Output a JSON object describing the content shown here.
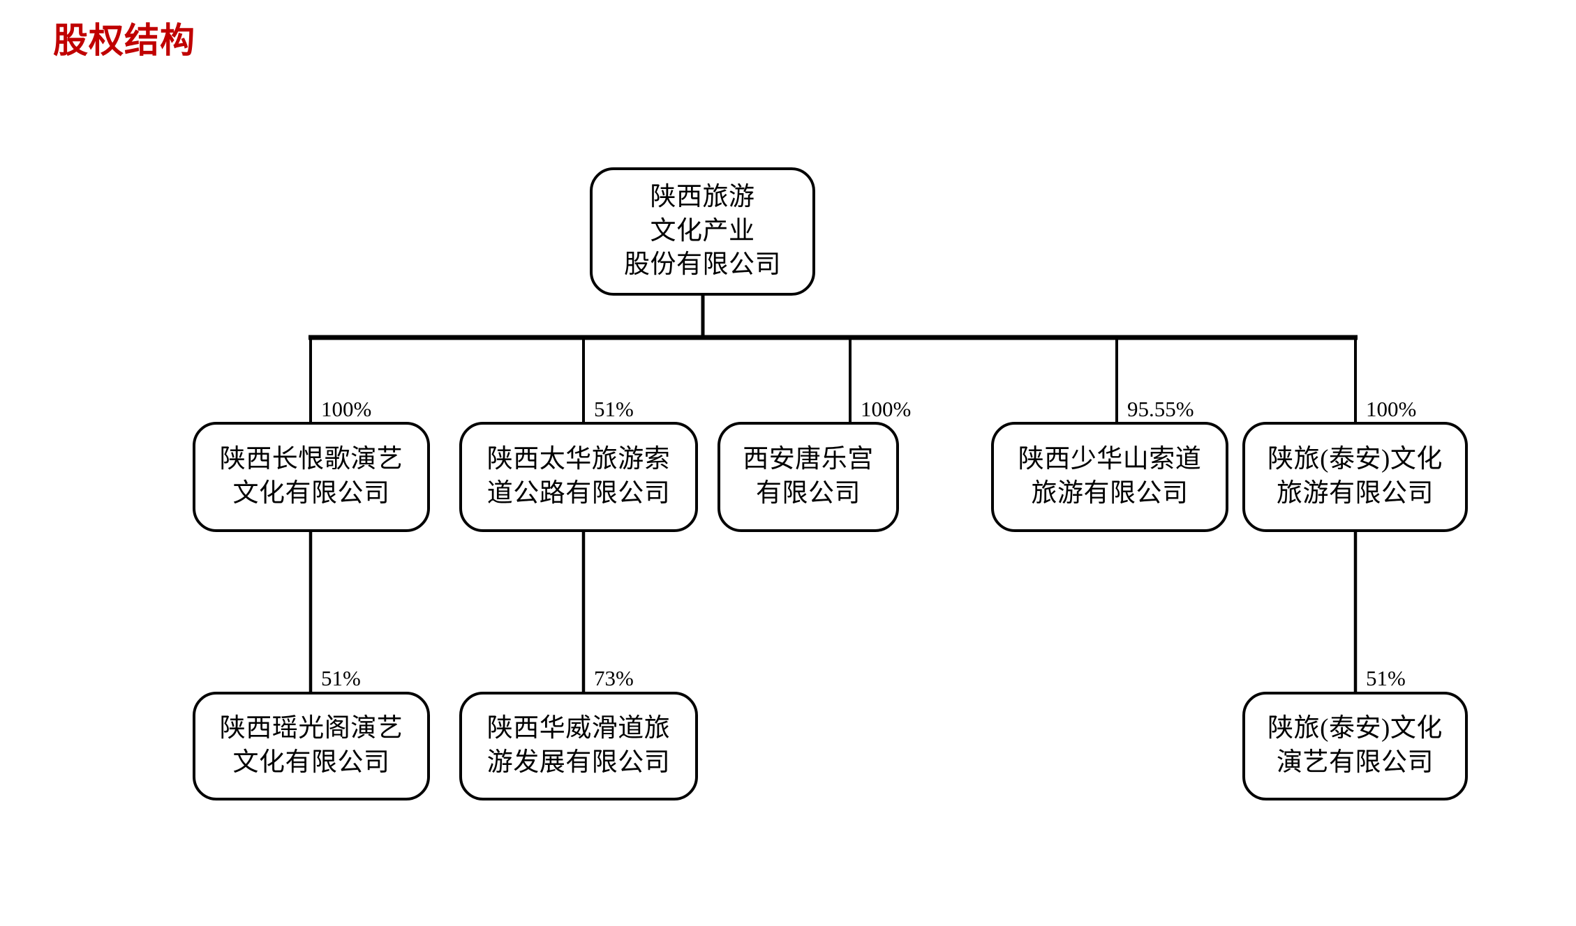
{
  "title": "股权结构",
  "title_color": "#c00000",
  "chart_data": {
    "type": "diagram",
    "diagram_kind": "org-chart",
    "title": "股权结构",
    "root": {
      "id": "root",
      "lines": [
        "陕西旅游",
        "文化产业",
        "股份有限公司"
      ]
    },
    "level2": [
      {
        "id": "n1",
        "lines": [
          "陕西长恨歌演艺",
          "文化有限公司"
        ],
        "percent": "100%"
      },
      {
        "id": "n2",
        "lines": [
          "陕西太华旅游索",
          "道公路有限公司"
        ],
        "percent": "51%"
      },
      {
        "id": "n3",
        "lines": [
          "西安唐乐宫",
          "有限公司"
        ],
        "percent": "100%"
      },
      {
        "id": "n4",
        "lines": [
          "陕西少华山索道",
          "旅游有限公司"
        ],
        "percent": "95.55%"
      },
      {
        "id": "n5",
        "lines": [
          "陕旅(泰安)文化",
          "旅游有限公司"
        ],
        "percent": "100%"
      }
    ],
    "level3": [
      {
        "id": "n1a",
        "parent": "n1",
        "lines": [
          "陕西瑶光阁演艺",
          "文化有限公司"
        ],
        "percent": "51%"
      },
      {
        "id": "n2a",
        "parent": "n2",
        "lines": [
          "陕西华威滑道旅",
          "游发展有限公司"
        ],
        "percent": "73%"
      },
      {
        "id": "n5a",
        "parent": "n5",
        "lines": [
          "陕旅(泰安)文化",
          "演艺有限公司"
        ],
        "percent": "51%"
      }
    ]
  },
  "root": {
    "line1": "陕西旅游",
    "line2": "文化产业",
    "line3": "股份有限公司"
  },
  "subsidiaries": [
    {
      "line1": "陕西长恨歌演艺",
      "line2": "文化有限公司",
      "percent": "100%"
    },
    {
      "line1": "陕西太华旅游索",
      "line2": "道公路有限公司",
      "percent": "51%"
    },
    {
      "line1": "西安唐乐宫",
      "line2": "有限公司",
      "percent": "100%"
    },
    {
      "line1": "陕西少华山索道",
      "line2": "旅游有限公司",
      "percent": "95.55%"
    },
    {
      "line1": "陕旅(泰安)文化",
      "line2": "旅游有限公司",
      "percent": "100%"
    }
  ],
  "grandchildren": [
    {
      "line1": "陕西瑶光阁演艺",
      "line2": "文化有限公司",
      "percent": "51%"
    },
    {
      "line1": "陕西华威滑道旅",
      "line2": "游发展有限公司",
      "percent": "73%"
    },
    {
      "line1": "陕旅(泰安)文化",
      "line2": "演艺有限公司",
      "percent": "51%"
    }
  ]
}
